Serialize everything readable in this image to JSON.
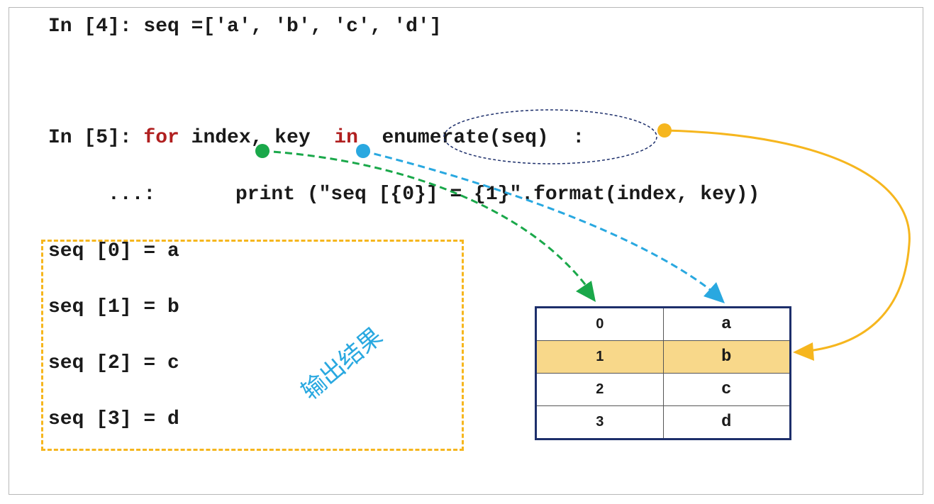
{
  "code": {
    "line1": "In [4]: seq =['a', 'b', 'c', 'd']",
    "line2_prompt": "In [5]: ",
    "line2_for": "for",
    "line2_vars": " index, key  ",
    "line2_in": "in",
    "line2_call": "enumerate(seq)",
    "line2_colon": ":",
    "line3_prompt": "...:",
    "line3_body": "print (\"seq [{0}] = {1}\".format(index, key))"
  },
  "output": {
    "lines": [
      "seq [0] = a",
      "seq [1] = b",
      "seq [2] = c",
      "seq [3] = d"
    ],
    "label": "输出结果"
  },
  "enum_table": {
    "rows": [
      {
        "index": "0",
        "value": "a"
      },
      {
        "index": "1",
        "value": "b"
      },
      {
        "index": "2",
        "value": "c"
      },
      {
        "index": "3",
        "value": "d"
      }
    ],
    "highlight_row": 1
  },
  "colors": {
    "keyword": "#b01f1f",
    "index_arrow": "#1aa84a",
    "key_arrow": "#29a8e0",
    "enumerate_arrow": "#f6b61e",
    "output_border": "#f6b61e",
    "table_border": "#1d2f6b",
    "highlight_fill": "#f8d88a",
    "ellipse": "#1d2f6b"
  }
}
